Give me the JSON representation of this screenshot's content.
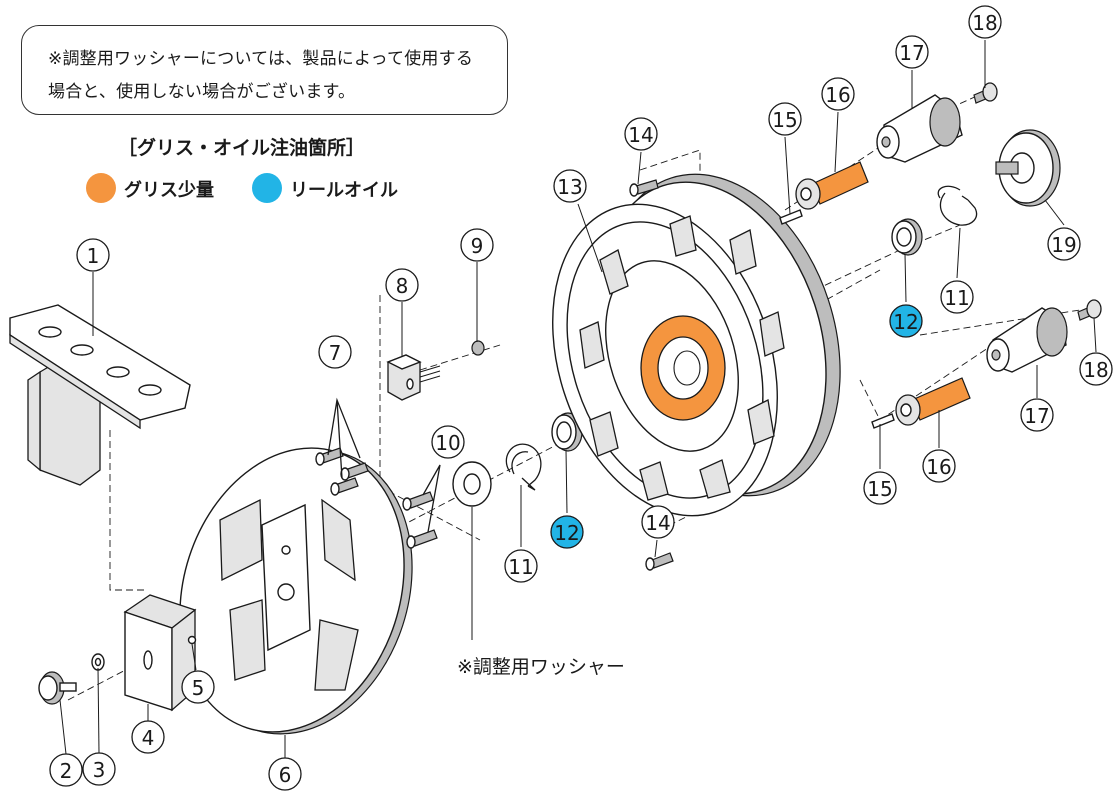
{
  "note": {
    "line1": "※調整用ワッシャーについては、製品によって使用する",
    "line2": "場合と、使用しない場合がございます。"
  },
  "legend": {
    "title": "［グリス・オイル注油箇所］",
    "grease_label": "グリス少量",
    "oil_label": "リールオイル",
    "grease_color": "#f4953f",
    "oil_color": "#22b4e6"
  },
  "washer_label": "※調整用ワッシャー",
  "parts": [
    {
      "id": "p1",
      "num": "1"
    },
    {
      "id": "p2",
      "num": "2"
    },
    {
      "id": "p3",
      "num": "3"
    },
    {
      "id": "p4",
      "num": "4"
    },
    {
      "id": "p5",
      "num": "5"
    },
    {
      "id": "p6",
      "num": "6"
    },
    {
      "id": "p7",
      "num": "7"
    },
    {
      "id": "p8",
      "num": "8"
    },
    {
      "id": "p9",
      "num": "9"
    },
    {
      "id": "p10",
      "num": "10"
    },
    {
      "id": "p11a",
      "num": "11"
    },
    {
      "id": "p11b",
      "num": "11"
    },
    {
      "id": "p12a",
      "num": "12",
      "fill": "oil"
    },
    {
      "id": "p12b",
      "num": "12",
      "fill": "oil"
    },
    {
      "id": "p13",
      "num": "13"
    },
    {
      "id": "p14a",
      "num": "14"
    },
    {
      "id": "p14b",
      "num": "14"
    },
    {
      "id": "p15a",
      "num": "15"
    },
    {
      "id": "p15b",
      "num": "15"
    },
    {
      "id": "p16a",
      "num": "16"
    },
    {
      "id": "p16b",
      "num": "16"
    },
    {
      "id": "p17a",
      "num": "17"
    },
    {
      "id": "p17b",
      "num": "17"
    },
    {
      "id": "p18a",
      "num": "18"
    },
    {
      "id": "p18b",
      "num": "18"
    },
    {
      "id": "p19",
      "num": "19"
    }
  ]
}
